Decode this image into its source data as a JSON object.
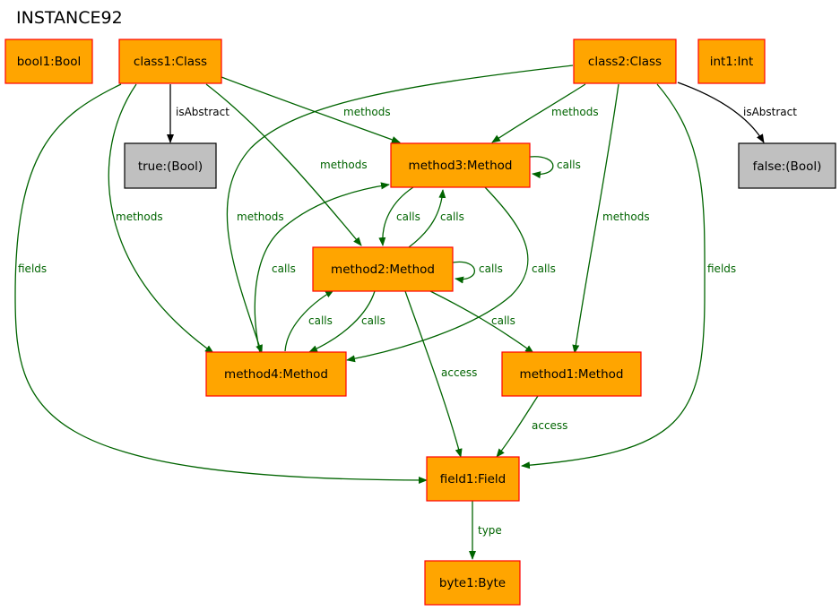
{
  "title": "INSTANCE92",
  "colors": {
    "object_fill": "#ffa500",
    "object_border": "#ff0000",
    "value_fill": "#c0c0c0",
    "value_border": "#000000",
    "relation_edge": "#006400",
    "attribute_edge": "#000000"
  },
  "nodes": {
    "bool1": {
      "label": "bool1:Bool",
      "kind": "object"
    },
    "class1": {
      "label": "class1:Class",
      "kind": "object"
    },
    "class2": {
      "label": "class2:Class",
      "kind": "object"
    },
    "int1": {
      "label": "int1:Int",
      "kind": "object"
    },
    "true_val": {
      "label": "true:(Bool)",
      "kind": "value"
    },
    "false_val": {
      "label": "false:(Bool)",
      "kind": "value"
    },
    "method3": {
      "label": "method3:Method",
      "kind": "object"
    },
    "method2": {
      "label": "method2:Method",
      "kind": "object"
    },
    "method4": {
      "label": "method4:Method",
      "kind": "object"
    },
    "method1": {
      "label": "method1:Method",
      "kind": "object"
    },
    "field1": {
      "label": "field1:Field",
      "kind": "object"
    },
    "byte1": {
      "label": "byte1:Byte",
      "kind": "object"
    }
  },
  "edges": {
    "class1_isAbstract": {
      "label": "isAbstract",
      "from": "class1",
      "to": "true_val",
      "kind": "attribute"
    },
    "class1_methods_m3": {
      "label": "methods",
      "from": "class1",
      "to": "method3",
      "kind": "relation"
    },
    "class1_methods_m2": {
      "label": "methods",
      "from": "class1",
      "to": "method2",
      "kind": "relation"
    },
    "class1_methods_m4": {
      "label": "methods",
      "from": "class1",
      "to": "method4",
      "kind": "relation"
    },
    "class1_fields": {
      "label": "fields",
      "from": "class1",
      "to": "field1",
      "kind": "relation"
    },
    "class2_isAbstract": {
      "label": "isAbstract",
      "from": "class2",
      "to": "false_val",
      "kind": "attribute"
    },
    "class2_methods_m3": {
      "label": "methods",
      "from": "class2",
      "to": "method3",
      "kind": "relation"
    },
    "class2_methods_m4": {
      "label": "methods",
      "from": "class2",
      "to": "method4",
      "kind": "relation"
    },
    "class2_methods_m1": {
      "label": "methods",
      "from": "class2",
      "to": "method1",
      "kind": "relation"
    },
    "class2_fields": {
      "label": "fields",
      "from": "class2",
      "to": "field1",
      "kind": "relation"
    },
    "m3_calls_m3": {
      "label": "calls",
      "from": "method3",
      "to": "method3",
      "kind": "relation"
    },
    "m3_calls_m2": {
      "label": "calls",
      "from": "method3",
      "to": "method2",
      "kind": "relation"
    },
    "m2_calls_m3": {
      "label": "calls",
      "from": "method2",
      "to": "method3",
      "kind": "relation"
    },
    "m3_calls_m4": {
      "label": "calls",
      "from": "method3",
      "to": "method4",
      "kind": "relation"
    },
    "m4_calls_m3": {
      "label": "calls",
      "from": "method4",
      "to": "method3",
      "kind": "relation"
    },
    "m2_calls_m2": {
      "label": "calls",
      "from": "method2",
      "to": "method2",
      "kind": "relation"
    },
    "m4_calls_m2": {
      "label": "calls",
      "from": "method4",
      "to": "method2",
      "kind": "relation"
    },
    "m2_calls_m4": {
      "label": "calls",
      "from": "method2",
      "to": "method4",
      "kind": "relation"
    },
    "m2_calls_m1": {
      "label": "calls",
      "from": "method2",
      "to": "method1",
      "kind": "relation"
    },
    "m2_access_f1": {
      "label": "access",
      "from": "method2",
      "to": "field1",
      "kind": "relation"
    },
    "m1_access_f1": {
      "label": "access",
      "from": "method1",
      "to": "field1",
      "kind": "relation"
    },
    "f1_type_b1": {
      "label": "type",
      "from": "field1",
      "to": "byte1",
      "kind": "relation"
    }
  }
}
